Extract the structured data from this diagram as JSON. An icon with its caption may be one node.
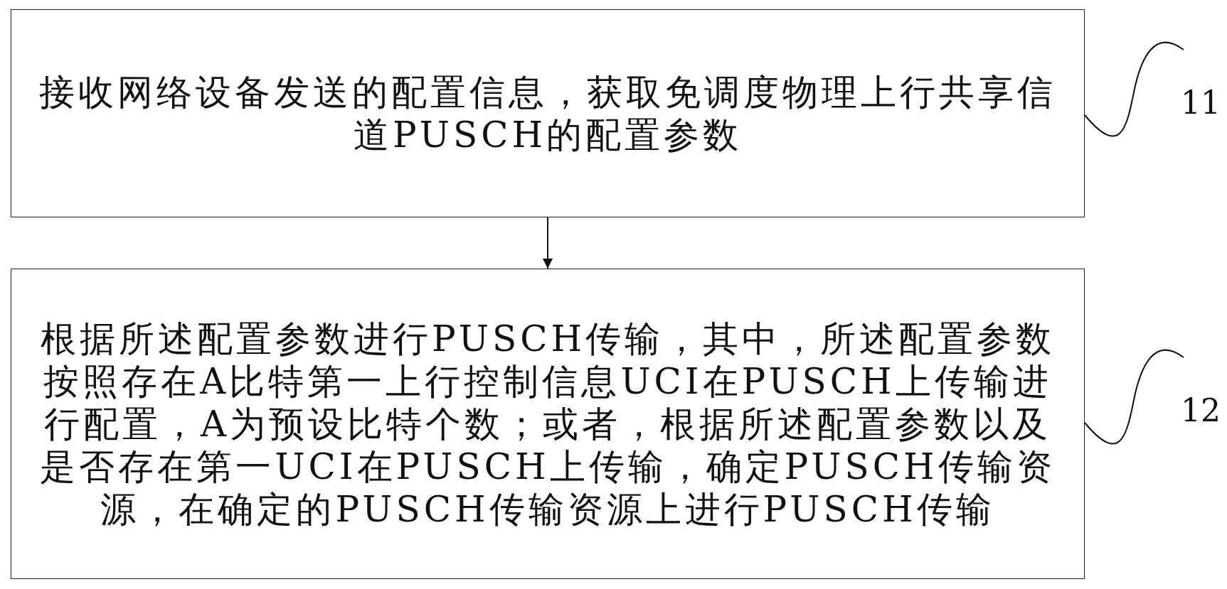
{
  "diagram": {
    "nodes": [
      {
        "text": [
          "接收网络设备发送的配置信息，获取免调度物理上行共享信道PUSCH的配置参数"
        ]
      },
      {
        "text": [
          "根据所述配置参数进行PUSCH传输，其中，所述配置参数按照存在A比特第一上行控制信息UCI在PUSCH上传输进行配置，A为预设比特个数；或者，根据所述配置参数以及是否存在第一UCI在PUSCH上传输，确定PUSCH传输资源，在确定的PUSCH传输资源上进行PUSCH传输"
        ]
      },
      {
        "text": [
          "11"
        ]
      },
      {
        "text": [
          "12"
        ]
      }
    ],
    "edges": [
      {
        "from": 0,
        "to": 1,
        "arrow": "to"
      },
      {
        "from": 2,
        "to": 0,
        "arrow": "none"
      },
      {
        "from": 3,
        "to": 1,
        "arrow": "none"
      }
    ]
  }
}
